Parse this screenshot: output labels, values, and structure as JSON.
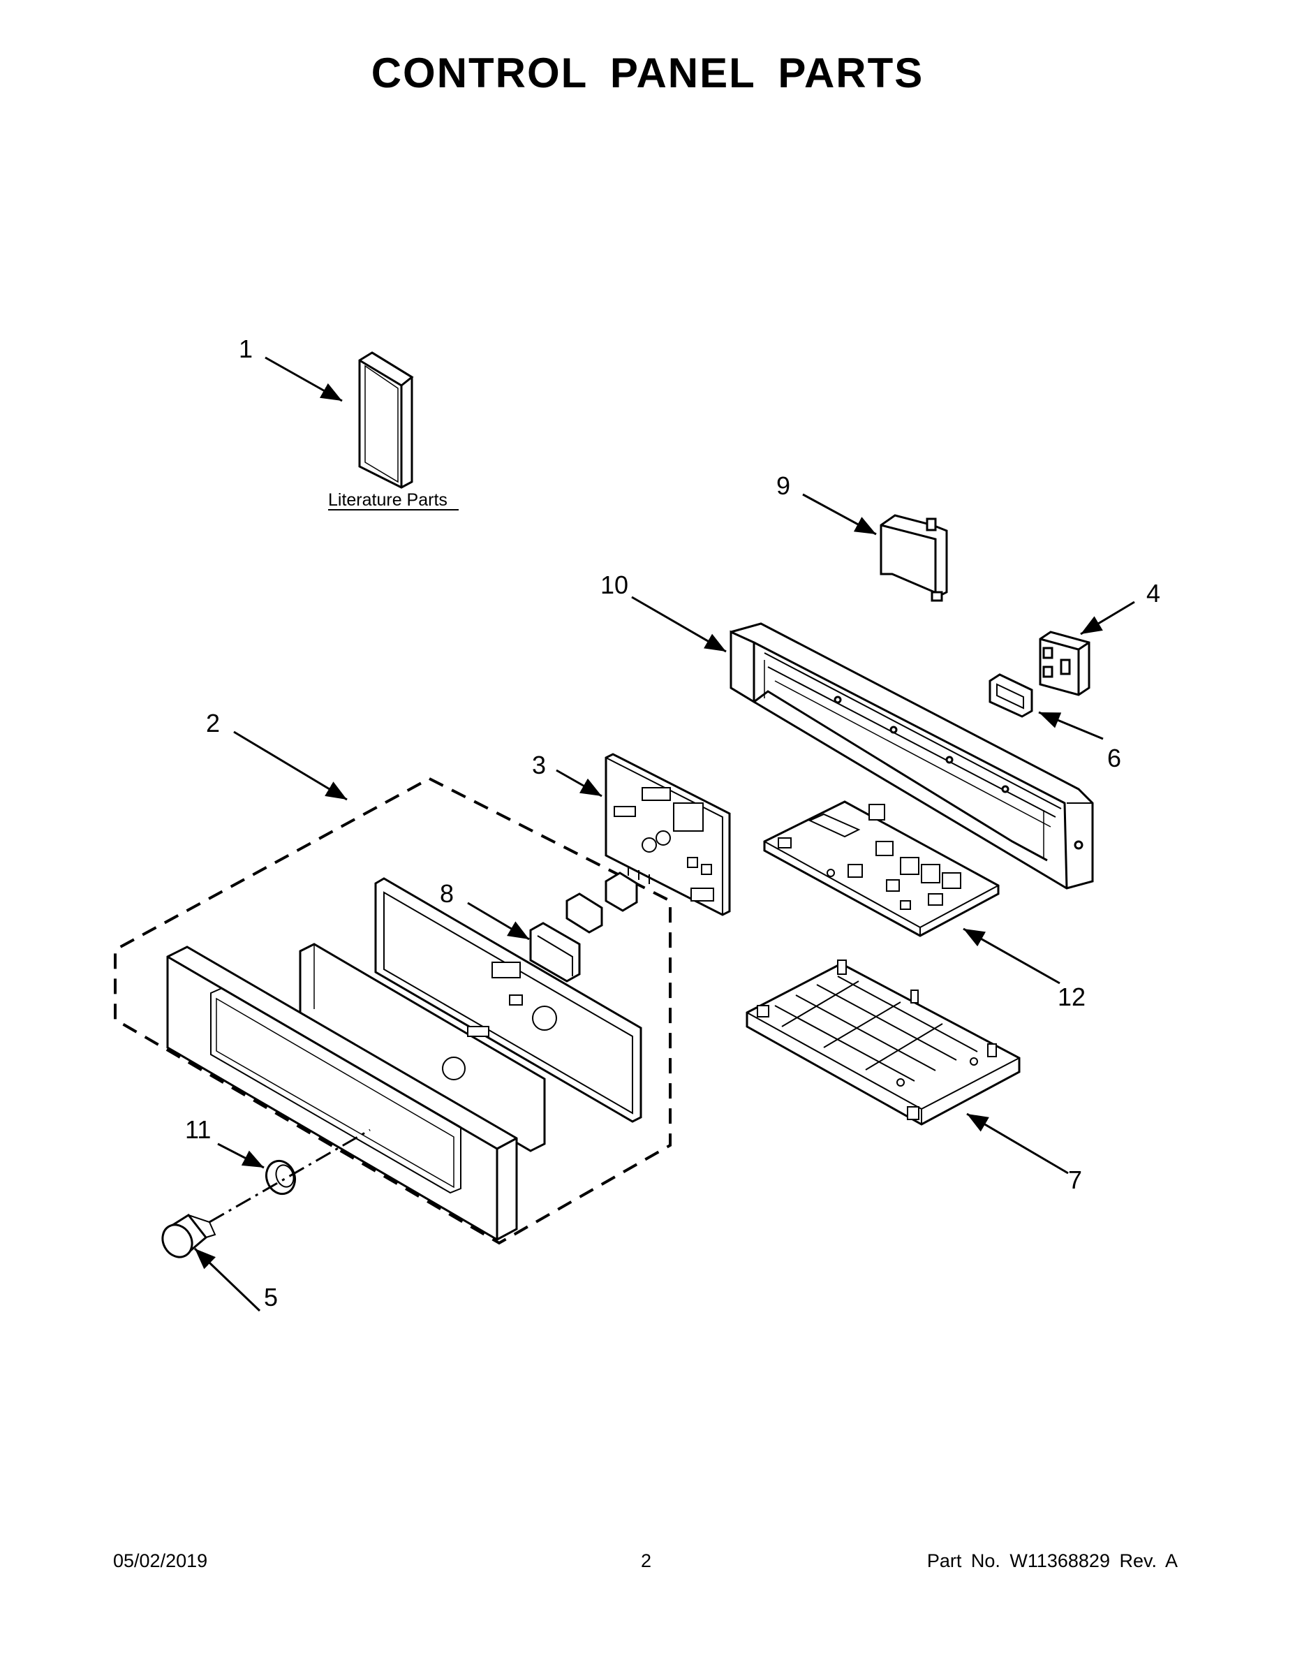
{
  "title": "CONTROL PANEL PARTS",
  "literature_label": "Literature Parts",
  "callouts": {
    "c1": "1",
    "c2": "2",
    "c3": "3",
    "c4": "4",
    "c5": "5",
    "c6": "6",
    "c7": "7",
    "c8": "8",
    "c9": "9",
    "c10": "10",
    "c11": "11",
    "c12": "12"
  },
  "footer": {
    "date": "05/02/2019",
    "page": "2",
    "part": "Part No.  W11368829  Rev.  A"
  }
}
